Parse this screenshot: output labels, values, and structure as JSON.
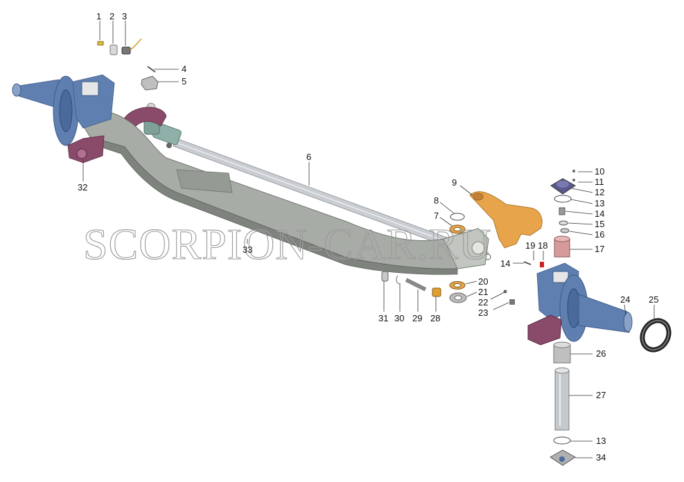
{
  "watermark": "SCORPION-CAR.RU",
  "colors": {
    "beam": "#a8aca6",
    "beam_dark": "#7f837d",
    "knuckle": "#5f7fb0",
    "knuckle_dark": "#3d5a88",
    "lever": "#8a4a6a",
    "arm": "#e8a44a",
    "rod": "#c9cdd2",
    "bronze": "#e0a64a",
    "pink": "#d69a9a"
  },
  "callouts": {
    "c1": "1",
    "c2": "2",
    "c3": "3",
    "c4": "4",
    "c5": "5",
    "c6": "6",
    "c7": "7",
    "c8": "8",
    "c9": "9",
    "c10": "10",
    "c11": "11",
    "c12": "12",
    "c13a": "13",
    "c13b": "13",
    "c14a": "14",
    "c14b": "14",
    "c15": "15",
    "c16": "16",
    "c17": "17",
    "c18": "18",
    "c19": "19",
    "c20": "20",
    "c21": "21",
    "c22": "22",
    "c23": "23",
    "c24": "24",
    "c25": "25",
    "c26": "26",
    "c27": "27",
    "c28": "28",
    "c29": "29",
    "c30": "30",
    "c31": "31",
    "c32": "32",
    "c33": "33",
    "c34": "34"
  }
}
